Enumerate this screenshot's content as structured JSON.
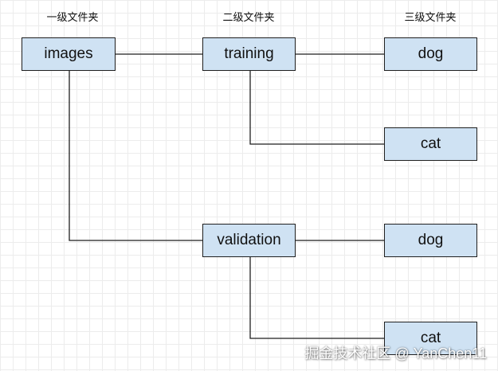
{
  "headers": {
    "level1": "一级文件夹",
    "level2": "二级文件夹",
    "level3": "三级文件夹"
  },
  "nodes": {
    "images": "images",
    "training": "training",
    "training_dog": "dog",
    "training_cat": "cat",
    "validation": "validation",
    "validation_dog": "dog",
    "validation_cat": "cat"
  },
  "watermark": "掘金技术社区 @ YanChen11",
  "colors": {
    "node_fill": "#cfe2f3",
    "node_border": "#1f1f1f",
    "line": "#1f1f1f"
  }
}
